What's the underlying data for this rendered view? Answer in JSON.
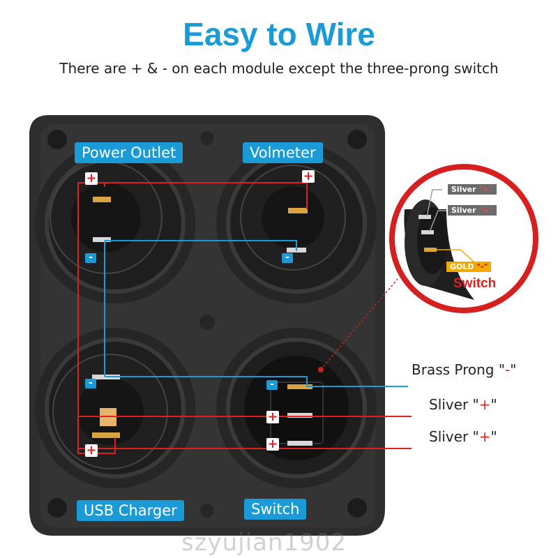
{
  "title": "Easy to Wire",
  "subtitle": "There are + & - on each module except the three-prong switch",
  "modules": {
    "power_outlet": "Power Outlet",
    "voltmeter": "Volmeter",
    "usb_charger": "USB Charger",
    "switch": "Switch"
  },
  "prongs": {
    "brass": {
      "text": "Brass Prong \"",
      "sign": "-",
      "end": "\""
    },
    "sliver1": {
      "text": "Sliver \"",
      "sign": "+",
      "end": "\""
    },
    "sliver2": {
      "text": "Sliver \"",
      "sign": "+",
      "end": "\""
    }
  },
  "callout": {
    "silver1": {
      "text": "Silver",
      "sign": "\"+\""
    },
    "silver2": {
      "text": "Silver",
      "sign": "\"+\""
    },
    "gold": {
      "text": "GOLD",
      "sign": "\"-\""
    },
    "switch_word": "Switch"
  },
  "signs": {
    "plus": "+",
    "minus": "-"
  },
  "watermark": "szyujian1902",
  "colors": {
    "accent": "#1a9bd7",
    "positive_wire": "#e02020",
    "negative_wire": "#1a9bd7",
    "panel": "#2b2b2b"
  }
}
